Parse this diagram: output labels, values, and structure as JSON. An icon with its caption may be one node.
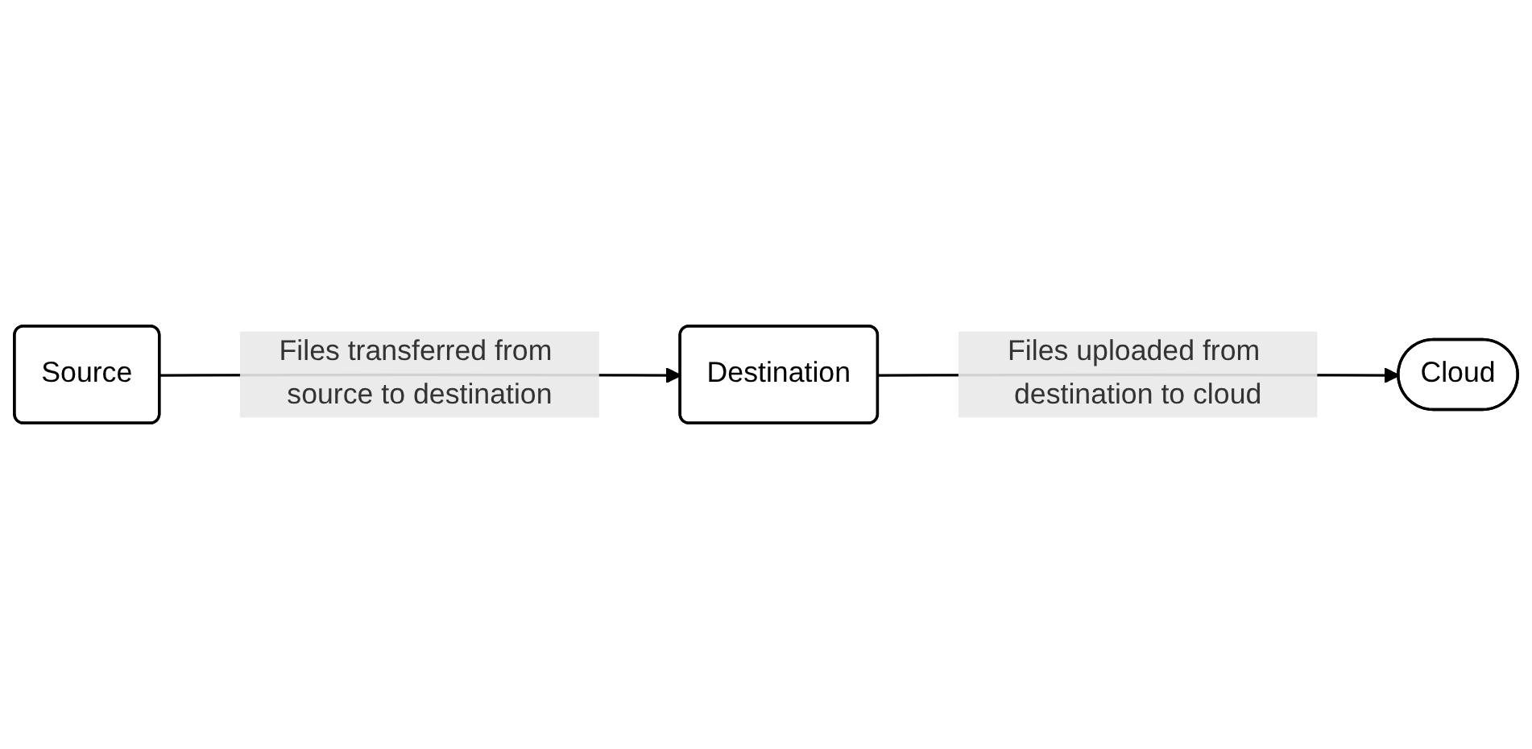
{
  "diagram": {
    "nodes": [
      {
        "text": [
          "Cloud"
        ]
      },
      {
        "text": [
          "Source"
        ]
      },
      {
        "text": [
          "Destination"
        ]
      }
    ],
    "edges": [
      {
        "from": 1,
        "to": 2,
        "arrow": "to",
        "label": "Files transferred from source to destination"
      },
      {
        "from": 2,
        "to": 0,
        "arrow": "to",
        "label": "Files uploaded from destination to cloud"
      }
    ]
  }
}
